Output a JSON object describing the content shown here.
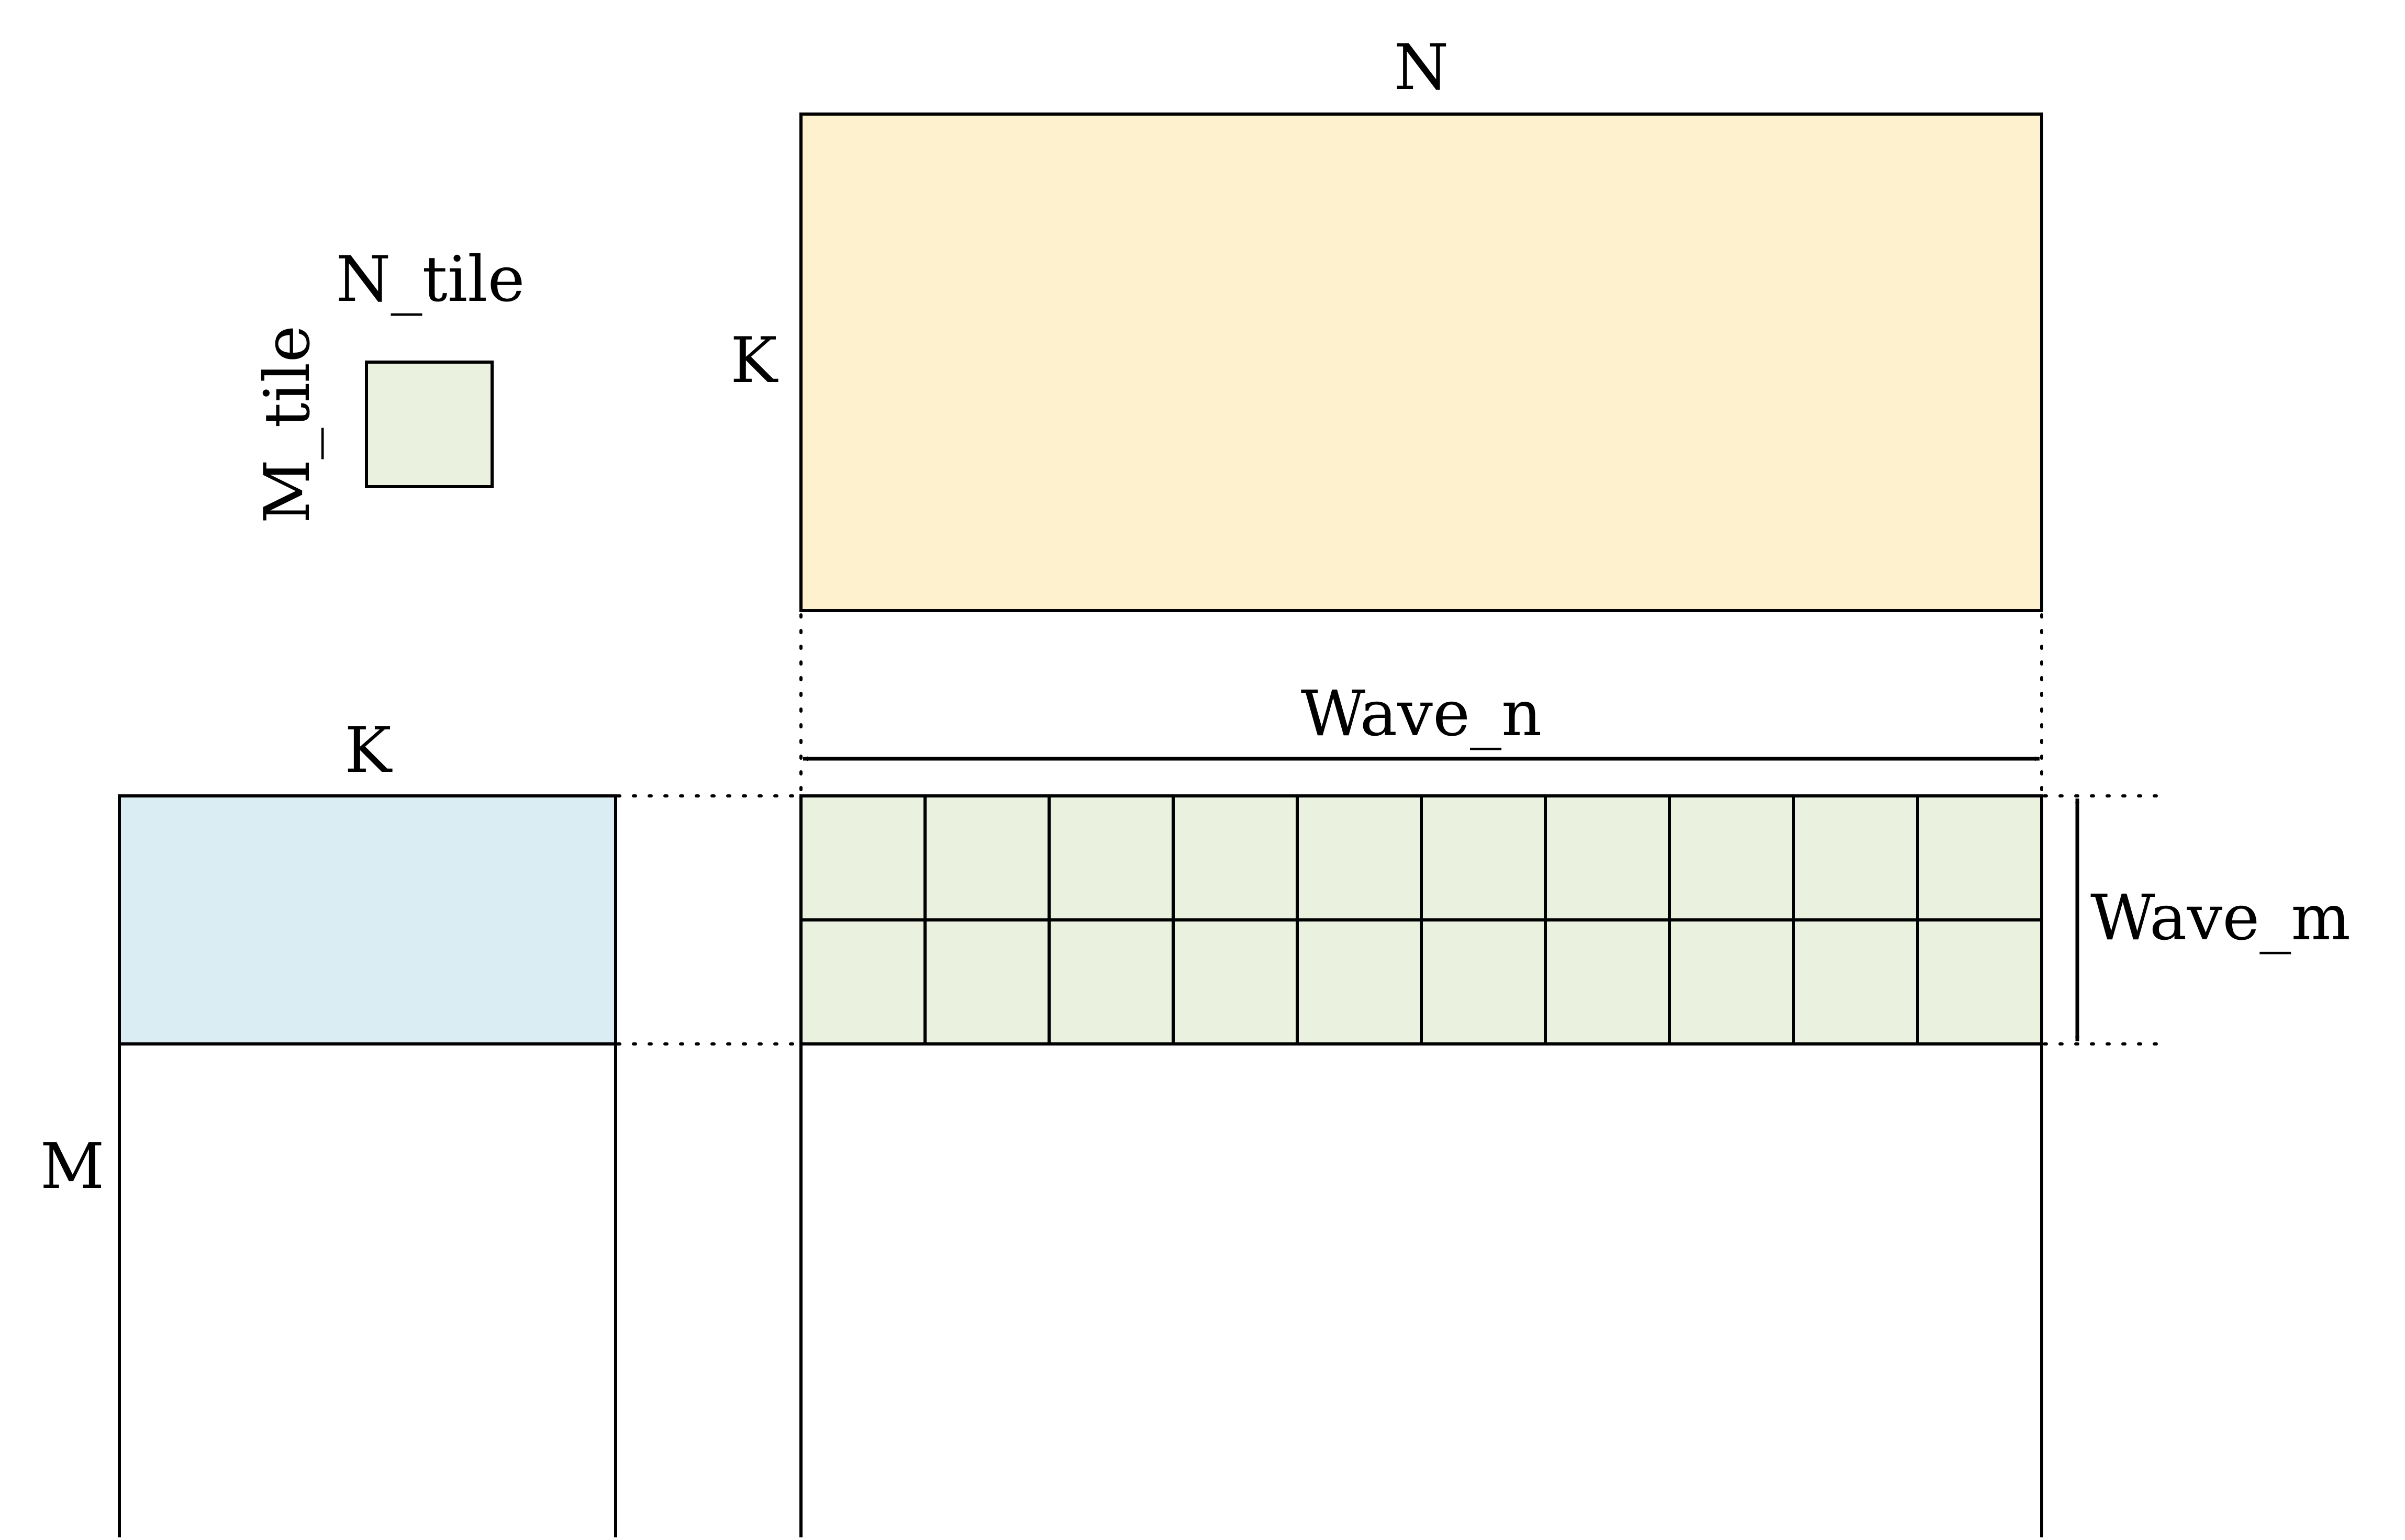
{
  "labels": {
    "n": "N",
    "k_top": "K",
    "n_tile": "N_tile",
    "m_tile": "M_tile",
    "k_left": "K",
    "m": "M",
    "wave_n": "Wave_n",
    "wave_m": "Wave_m"
  },
  "wave_grid": {
    "columns": 10,
    "rows": 2
  },
  "colors": {
    "matrix_b_fill": "#fef1cd",
    "matrix_a_highlight_fill": "#daedf2",
    "tile_fill": "#eaf1df",
    "stroke": "#000000",
    "background": "#ffffff"
  }
}
